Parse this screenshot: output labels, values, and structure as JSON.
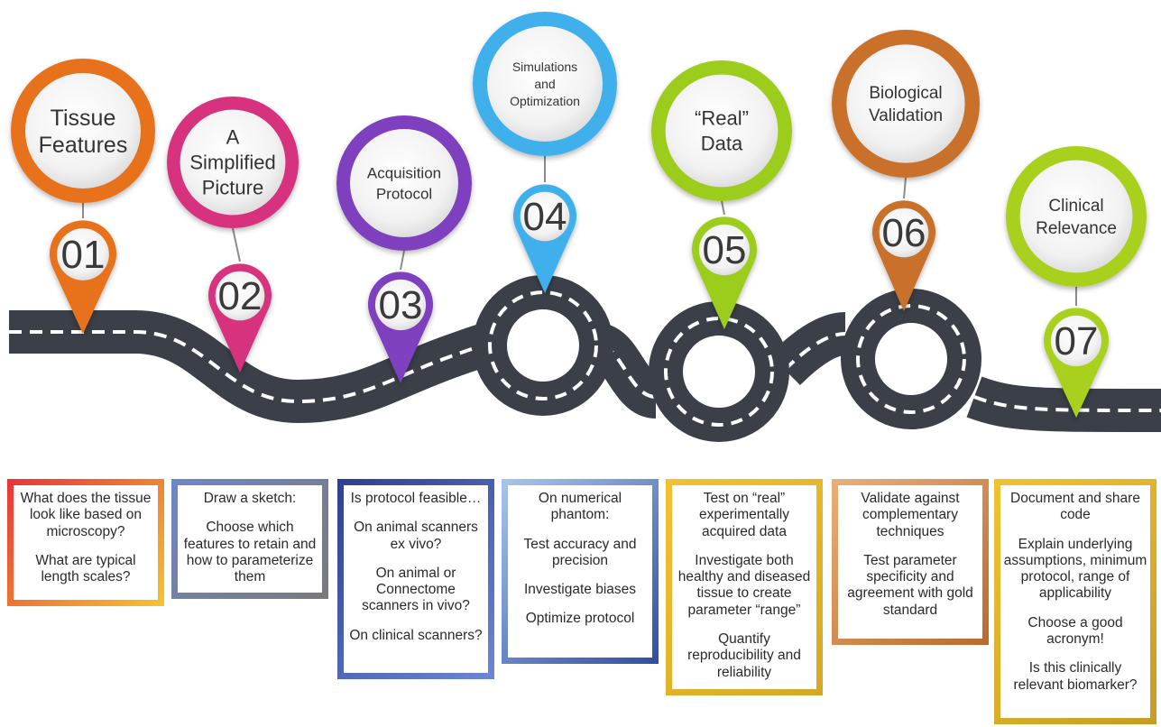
{
  "steps": [
    {
      "number": "01",
      "title_lines": [
        "Tissue",
        "Features"
      ],
      "color": "#e8711f",
      "box_gradient": [
        "#e8343a",
        "#f4c430"
      ],
      "description": [
        "What does the tissue look like based on microscopy?",
        "What are typical length scales?"
      ]
    },
    {
      "number": "02",
      "title_lines": [
        "A",
        "Simplified",
        "Picture"
      ],
      "color": "#d6317e",
      "box_gradient": [
        "#6f86c6",
        "#7a7a7a"
      ],
      "description": [
        "Draw a sketch:",
        "Choose which features to retain and how to parameterize them"
      ]
    },
    {
      "number": "03",
      "title_lines": [
        "Acquisition",
        "Protocol"
      ],
      "color": "#7e3fbf",
      "box_gradient": [
        "#2e3f8f",
        "#6d86d6"
      ],
      "description": [
        "Is protocol feasible…",
        "On animal scanners ex vivo?",
        "On animal or Connectome scanners in vivo?",
        "On clinical scanners?"
      ]
    },
    {
      "number": "04",
      "title_lines": [
        "Simulations",
        "and",
        "Optimization"
      ],
      "color": "#3fb0ec",
      "box_gradient": [
        "#a9c6ea",
        "#2e4f9f"
      ],
      "description": [
        "On numerical phantom:",
        "Test accuracy and precision",
        "Investigate biases",
        "Optimize protocol"
      ]
    },
    {
      "number": "05",
      "title_lines": [
        "“Real”",
        "Data"
      ],
      "color": "#9ccc1f",
      "box_gradient": [
        "#f2c232",
        "#d4a826"
      ],
      "description": [
        "Test on “real” experimentally acquired data",
        "Investigate both healthy and diseased tissue to create parameter “range”",
        "Quantify reproducibility and reliability"
      ]
    },
    {
      "number": "06",
      "title_lines": [
        "Biological",
        "Validation"
      ],
      "color": "#c9702a",
      "box_gradient": [
        "#e9b07a",
        "#b86a2b"
      ],
      "description": [
        "Validate against complementary techniques",
        "Test parameter specificity and agreement with gold standard"
      ]
    },
    {
      "number": "07",
      "title_lines": [
        "Clinical",
        "Relevance"
      ],
      "color": "#a8d01c",
      "box_gradient": [
        "#f2c232",
        "#c89c24"
      ],
      "description": [
        "Document and share code",
        "Explain underlying assumptions, minimum protocol, range of applicability",
        "Choose a good acronym!",
        "Is this clinically relevant biomarker?"
      ]
    }
  ]
}
